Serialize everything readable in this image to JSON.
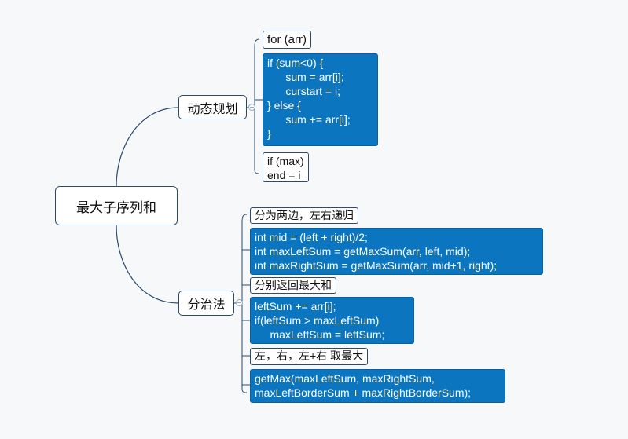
{
  "root": {
    "label": "最大子序列和"
  },
  "branches": [
    {
      "label": "动态规划",
      "children": [
        {
          "style": "plain",
          "text": "for (arr)"
        },
        {
          "style": "code",
          "text": "if (sum<0) {\n      sum = arr[i];\n      curstart = i;\n} else {\n      sum += arr[i];\n}"
        },
        {
          "style": "plain",
          "text": "if (max)\nend = i"
        }
      ]
    },
    {
      "label": "分治法",
      "children": [
        {
          "style": "plain",
          "text": "分为两边，左右递归"
        },
        {
          "style": "code",
          "text": "int mid = (left + right)/2;\nint maxLeftSum = getMaxSum(arr, left, mid);\nint maxRightSum = getMaxSum(arr, mid+1, right);"
        },
        {
          "style": "plain",
          "text": "分别返回最大和"
        },
        {
          "style": "code",
          "text": "leftSum += arr[i];\nif(leftSum > maxLeftSum)\n     maxLeftSum = leftSum;"
        },
        {
          "style": "plain",
          "text": "左，右，左+右 取最大"
        },
        {
          "style": "code",
          "text": "getMax(maxLeftSum, maxRightSum,\nmaxLeftBorderSum + maxRightBorderSum);"
        }
      ]
    }
  ],
  "colors": {
    "code_fill": "#0b76bf",
    "border": "#2b4a6e",
    "link": "#2b4a6e",
    "background": "#f7f8fa"
  }
}
